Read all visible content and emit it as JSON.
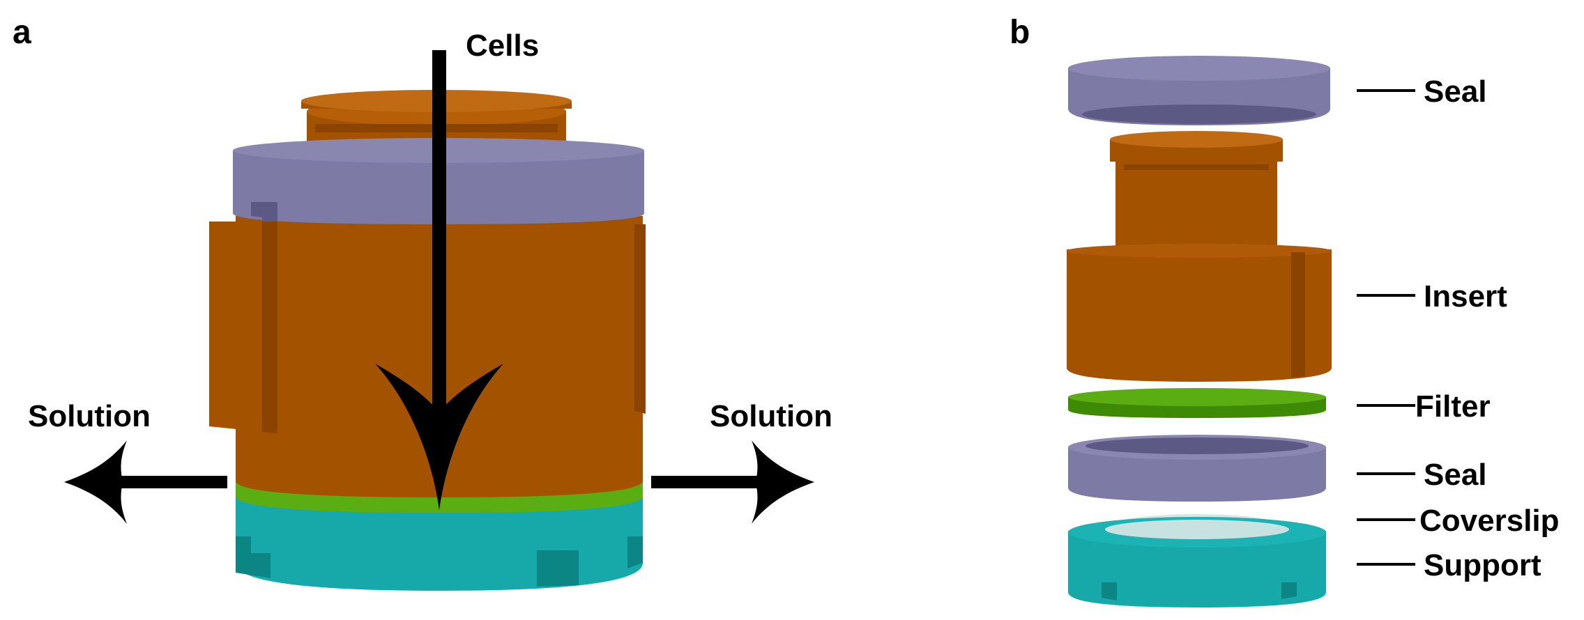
{
  "panels": {
    "a": {
      "letter": "a",
      "arrow_top_label": "Cells",
      "arrow_left_label": "Solution",
      "arrow_right_label": "Solution"
    },
    "b": {
      "letter": "b",
      "parts": [
        "Seal",
        "Insert",
        "Filter",
        "Seal",
        "Coverslip",
        "Support"
      ]
    }
  },
  "colors": {
    "insert": "#A35200",
    "insert_dark": "#8A4400",
    "seal": "#7D7BA6",
    "seal_dark": "#5C5A85",
    "filter": "#5AAE12",
    "filter_dark": "#3F8A05",
    "support": "#17A9A9",
    "support_dark": "#0C8585",
    "coverslip": "#D6E8E6",
    "arrow": "#000000"
  }
}
